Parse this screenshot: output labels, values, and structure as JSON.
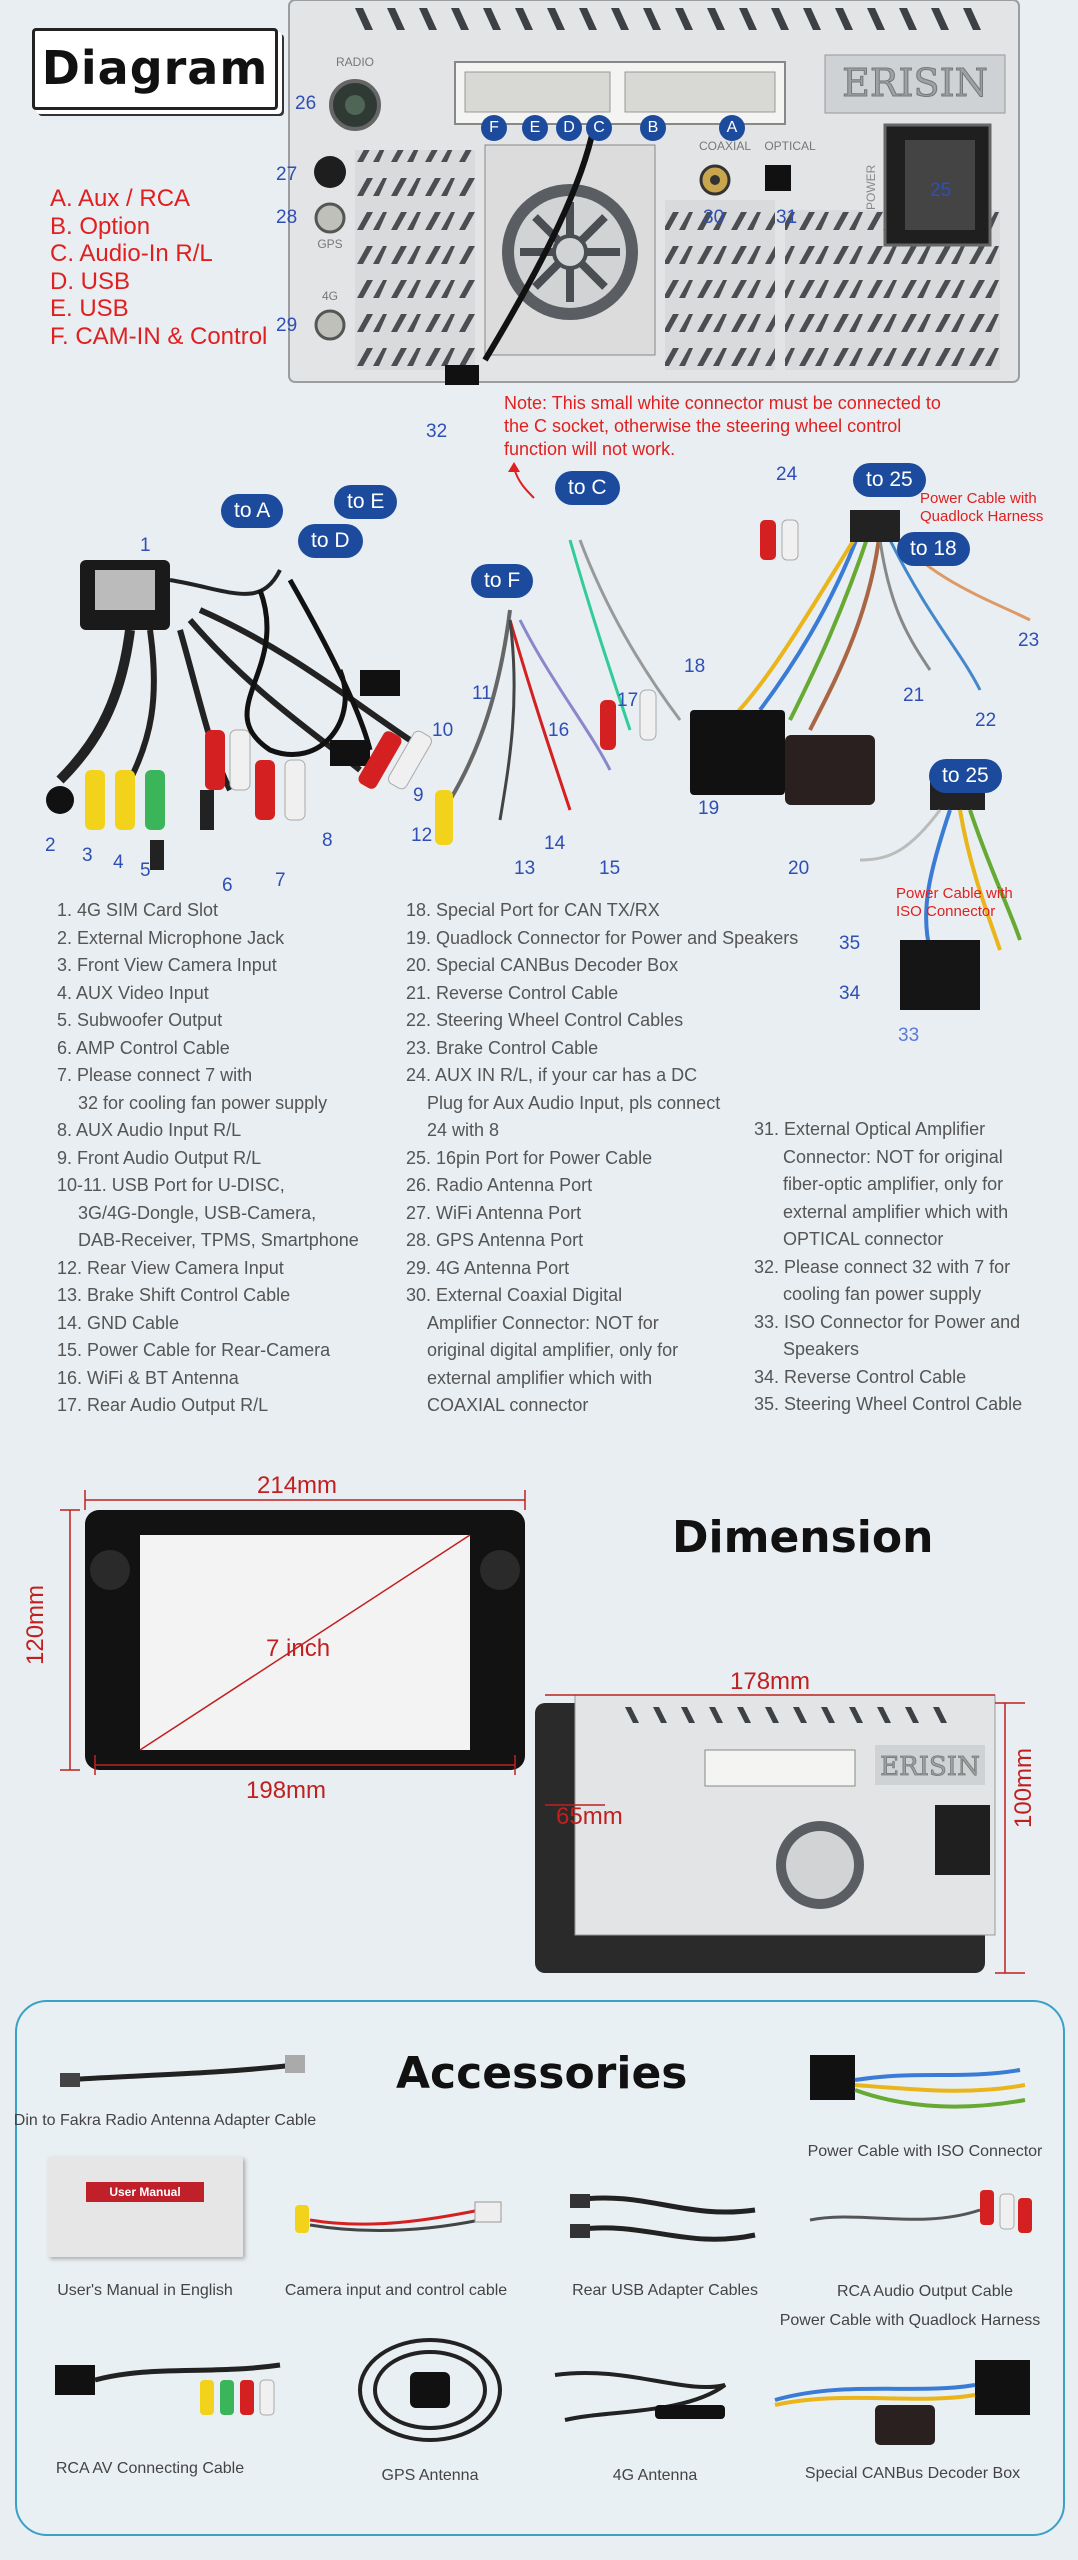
{
  "diagram": {
    "title": "Diagram",
    "port_legend": [
      "A. Aux / RCA",
      "B. Option",
      "C. Audio-In R/L",
      "D. USB",
      "E. USB",
      "F. CAM-IN & Control"
    ],
    "unit_labels": {
      "radio": "RADIO",
      "gps": "GPS",
      "ant4g": "4G",
      "coaxial": "COAXIAL",
      "optical": "OPTICAL",
      "power": "POWER",
      "brand": "ERISIN"
    },
    "socket_letters": [
      "F",
      "E",
      "D",
      "C",
      "B",
      "A"
    ],
    "unit_numbers": {
      "n26": "26",
      "n27": "27",
      "n28": "28",
      "n29": "29",
      "n30": "30",
      "n31": "31",
      "n25": "25",
      "n32": "32"
    },
    "note": "Note: This small white connector must be connected to the C socket, otherwise the steering wheel control function will not work.",
    "bubbles": {
      "toA": "to A",
      "toE": "to E",
      "toD": "to D",
      "toF": "to F",
      "toC": "to C",
      "to25a": "to 25",
      "to18": "to 18",
      "to25b": "to 25"
    },
    "quadlock_note": "Power Cable with Quadlock Harness",
    "iso_note": "Power Cable with ISO Connector",
    "cable_numbers": {
      "c1": "1",
      "c2": "2",
      "c3": "3",
      "c4": "4",
      "c5": "5",
      "c6": "6",
      "c7": "7",
      "c8": "8",
      "c9": "9",
      "c10": "10",
      "c11": "11",
      "c12": "12",
      "c13": "13",
      "c14": "14",
      "c15": "15",
      "c16": "16",
      "c17": "17",
      "c18": "18",
      "c19": "19",
      "c20": "20",
      "c21": "21",
      "c22": "22",
      "c23": "23",
      "c24": "24",
      "c33": "33",
      "c34": "34",
      "c35": "35"
    },
    "list_col1": [
      "1. 4G SIM Card Slot",
      "2. External Microphone Jack",
      "3. Front View Camera Input",
      "4. AUX Video Input",
      "5. Subwoofer Output",
      "6. AMP Control Cable",
      "7. Please connect 7 with",
      "32 for cooling fan power supply",
      "8. AUX Audio Input R/L",
      "9. Front Audio Output R/L",
      "10-11. USB Port for U-DISC,",
      "3G/4G-Dongle, USB-Camera,",
      "DAB-Receiver, TPMS, Smartphone",
      "12. Rear View Camera Input",
      "13. Brake Shift Control Cable",
      "14. GND Cable",
      "15. Power Cable for Rear-Camera",
      "16. WiFi & BT Antenna",
      "17. Rear Audio Output R/L"
    ],
    "list_col2": [
      "18. Special Port for CAN TX/RX",
      "19. Quadlock Connector for Power and Speakers",
      "20. Special CANBus Decoder Box",
      "21. Reverse Control Cable",
      "22. Steering Wheel Control Cables",
      "23. Brake Control Cable",
      "24. AUX IN R/L, if your car has a DC",
      "Plug for Aux Audio Input, pls connect",
      "24 with 8",
      "25. 16pin Port for Power Cable",
      "26. Radio Antenna Port",
      "27. WiFi Antenna Port",
      "28. GPS Antenna Port",
      "29. 4G Antenna Port",
      "30. External Coaxial Digital",
      "Amplifier Connector: NOT for",
      "original digital amplifier, only for",
      "external amplifier which with",
      "COAXIAL connector"
    ],
    "list_col3": [
      "31. External Optical Amplifier",
      "Connector: NOT for original",
      "fiber-optic amplifier, only for",
      "external amplifier which with",
      "OPTICAL connector",
      "32. Please connect 32 with 7 for",
      "cooling fan power supply",
      "33. ISO Connector for Power and",
      "Speakers",
      "34. Reverse Control Cable",
      "35. Steering Wheel Control Cable"
    ]
  },
  "dimension": {
    "title": "Dimension",
    "width_top": "214mm",
    "height_left": "120mm",
    "screen": "7 inch",
    "width_bottom": "198mm",
    "depth_width": "178mm",
    "depth_height": "100mm",
    "depth": "65mm",
    "brand": "ERISIN"
  },
  "accessories": {
    "title": "Accessories",
    "items": [
      "Din to Fakra Radio Antenna Adapter Cable",
      "Power Cable with ISO Connector",
      "User's Manual in English",
      "Camera input and control cable",
      "Rear USB Adapter Cables",
      "RCA Audio Output Cable",
      "Power Cable with Quadlock Harness",
      "RCA AV Connecting Cable",
      "GPS Antenna",
      "4G Antenna",
      "Special CANBus Decoder Box"
    ],
    "manual_label": "User Manual"
  },
  "colors": {
    "legend_red": "#e02020",
    "number_blue": "#2f4fb5",
    "bubble_blue": "#1c4b9e",
    "frame_blue": "#3aa0c8",
    "dimension_red": "#c02020"
  }
}
